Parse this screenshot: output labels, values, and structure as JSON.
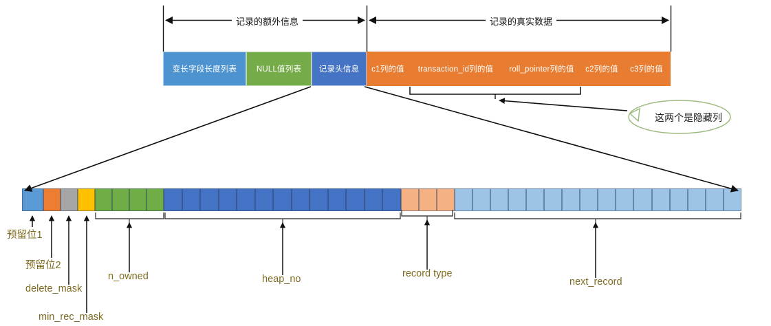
{
  "diagram": {
    "title_top_left": "记录的额外信息",
    "title_top_right": "记录的真实数据",
    "callout": "这两个是隐藏列"
  },
  "record_row": {
    "cells": [
      {
        "label": "变长字段长度列表",
        "color": "#4d93d0",
        "group": "extra"
      },
      {
        "label": "NULL值列表",
        "color": "#76ab49",
        "group": "extra"
      },
      {
        "label": "记录头信息",
        "color": "#4574c4",
        "group": "extra"
      },
      {
        "label": "c1列的值",
        "color": "#e87d31",
        "group": "real"
      },
      {
        "label": "transaction_id列的值",
        "color": "#e87d31",
        "group": "real"
      },
      {
        "label": "roll_pointer列的值",
        "color": "#e87d31",
        "group": "real"
      },
      {
        "label": "c2列的值",
        "color": "#e87d31",
        "group": "real"
      },
      {
        "label": "c3列的值",
        "color": "#e87d31",
        "group": "real"
      }
    ]
  },
  "record_header": {
    "fields": [
      {
        "label": "预留位1",
        "bits": 1,
        "color": "#5b9bd5"
      },
      {
        "label": "预留位2",
        "bits": 1,
        "color": "#ed7d31"
      },
      {
        "label": "delete_mask",
        "bits": 1,
        "color": "#a5a5a5"
      },
      {
        "label": "min_rec_mask",
        "bits": 1,
        "color": "#ffc000"
      },
      {
        "label": "n_owned",
        "bits": 4,
        "color": "#70ad47"
      },
      {
        "label": "heap_no",
        "bits": 13,
        "color": "#4472c4"
      },
      {
        "label": "record type",
        "bits": 3,
        "color": "#f4b183"
      },
      {
        "label": "next_record",
        "bits": 16,
        "color": "#9dc3e6"
      }
    ]
  },
  "colors": {
    "extra_info_blue": "#4d93d0",
    "null_list_green": "#76ab49",
    "header_blue": "#4574c4",
    "real_data_orange": "#e87d31",
    "callout_border": "#9cba7f",
    "label_olive": "#7f6b20"
  }
}
